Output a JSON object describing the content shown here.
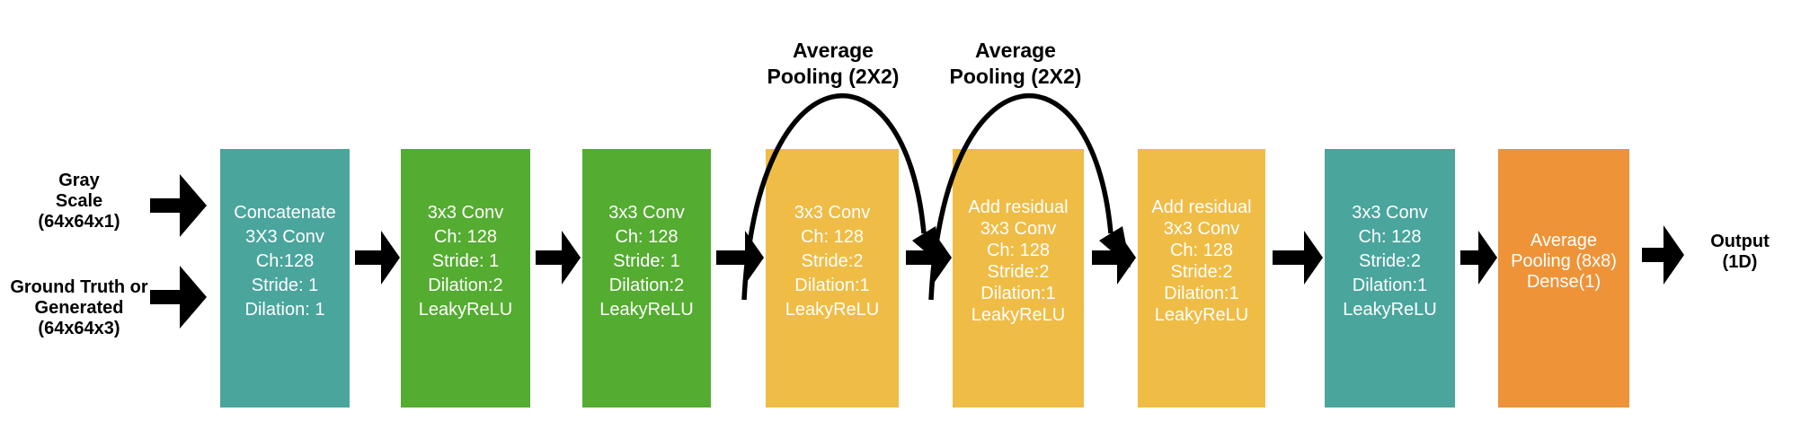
{
  "diagram": {
    "background": "#ffffff",
    "arrow_color": "#000000",
    "block_text_color": "#ffffff",
    "label_text_color": "#000000",
    "inputs": [
      {
        "name": "grayscale",
        "lines": [
          "Gray",
          "Scale",
          "(64x64x1)"
        ]
      },
      {
        "name": "ground-truth-or-generated",
        "lines": [
          "Ground Truth or",
          "Generated",
          "(64x64x3)"
        ]
      }
    ],
    "skip_labels": [
      {
        "lines": [
          "Average",
          "Pooling (2X2)"
        ]
      },
      {
        "lines": [
          "Average",
          "Pooling (2X2)"
        ]
      }
    ],
    "output": {
      "lines": [
        "Output",
        "(1D)"
      ]
    },
    "blocks": [
      {
        "color": "#4AA59D",
        "lines": [
          "Concatenate",
          "3X3 Conv",
          "Ch:128",
          "Stride: 1",
          "Dilation: 1"
        ]
      },
      {
        "color": "#54AC30",
        "lines": [
          "3x3 Conv",
          "Ch: 128",
          "Stride: 1",
          "Dilation:2",
          "LeakyReLU"
        ]
      },
      {
        "color": "#54AC30",
        "lines": [
          "3x3 Conv",
          "Ch: 128",
          "Stride: 1",
          "Dilation:2",
          "LeakyReLU"
        ]
      },
      {
        "color": "#EFBC45",
        "lines": [
          "3x3 Conv",
          "Ch: 128",
          "Stride:2",
          "Dilation:1",
          "LeakyReLU"
        ]
      },
      {
        "color": "#EFBC45",
        "lines": [
          "Add residual",
          "3x3 Conv",
          "Ch: 128",
          "Stride:2",
          "Dilation:1",
          "LeakyReLU"
        ]
      },
      {
        "color": "#EFBC45",
        "lines": [
          "Add residual",
          "3x3 Conv",
          "Ch: 128",
          "Stride:2",
          "Dilation:1",
          "LeakyReLU"
        ]
      },
      {
        "color": "#4AA59D",
        "lines": [
          "3x3 Conv",
          "Ch: 128",
          "Stride:2",
          "Dilation:1",
          "LeakyReLU"
        ]
      },
      {
        "color": "#EE9338",
        "lines": [
          "Average",
          "Pooling (8x8)",
          "Dense(1)"
        ]
      }
    ]
  }
}
